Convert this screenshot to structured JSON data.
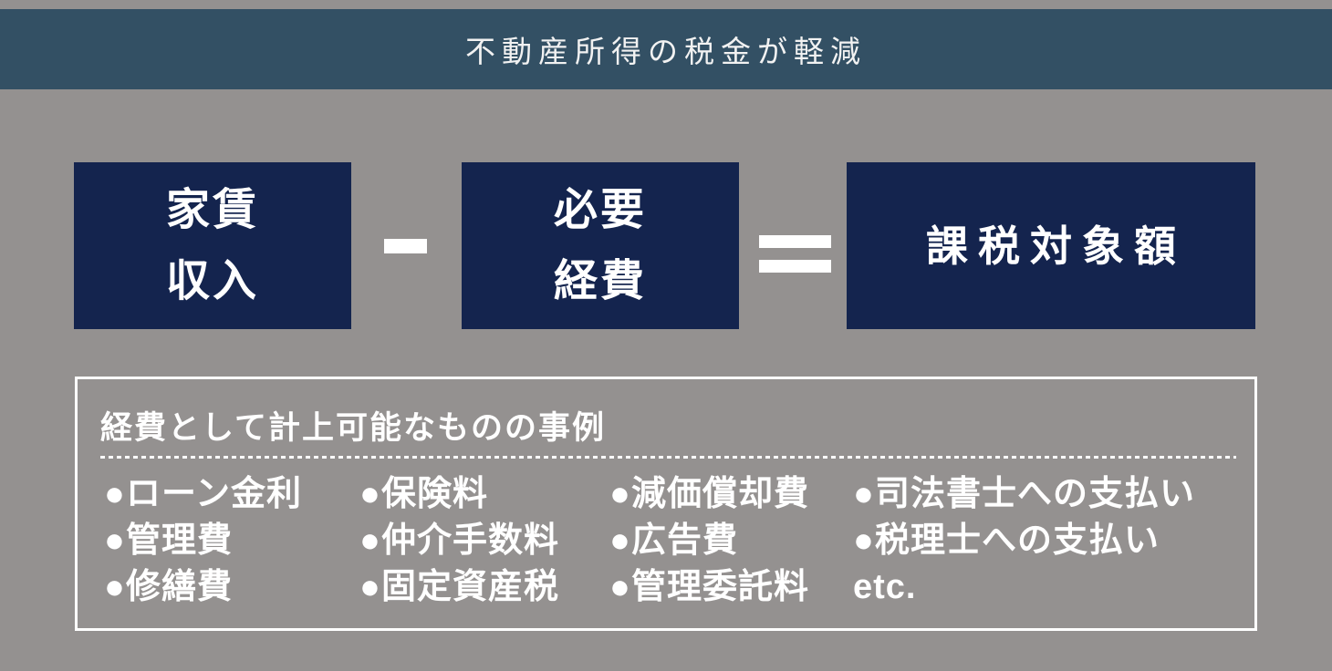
{
  "header": {
    "title": "不動産所得の税金が軽減"
  },
  "equation": {
    "rent_income": {
      "line1": "家賃",
      "line2": "収入"
    },
    "minus_symbol": "-",
    "necessary_expenses": {
      "line1": "必要",
      "line2": "経費"
    },
    "equals_symbol": "=",
    "taxable_amount": {
      "label": "課税対象額"
    }
  },
  "expenses": {
    "title": "経費として計上可能なものの事例",
    "columns": [
      {
        "items": [
          "●ローン金利",
          "●管理費",
          "●修繕費"
        ]
      },
      {
        "items": [
          "●保険料",
          "●仲介手数料",
          "●固定資産税"
        ]
      },
      {
        "items": [
          "●減価償却費",
          "●広告費",
          "●管理委託料"
        ]
      },
      {
        "items": [
          "●司法書士への支払い",
          "●税理士への支払い",
          "etc."
        ]
      }
    ]
  },
  "colors": {
    "background": "#949190",
    "header_band": "#335064",
    "navy_box": "#14244E",
    "white": "#FFFFFF"
  }
}
